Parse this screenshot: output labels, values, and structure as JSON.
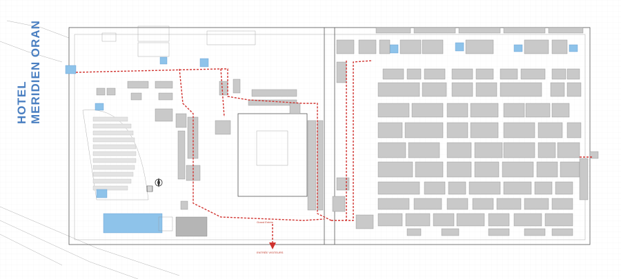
{
  "hotel": {
    "line1": "HOTEL",
    "line2": "MERIDIEN ORAN"
  },
  "entrances": [
    "Grand Entrée",
    "ENTRÉE VISITEURS"
  ],
  "colors": {
    "stand": "#c9c9c9",
    "route": "#d0312d",
    "water": "#8ec3ea",
    "title": "#4a7fc1"
  },
  "icons": [
    "compass-icon",
    "arrow-icon",
    "stair-icon"
  ]
}
